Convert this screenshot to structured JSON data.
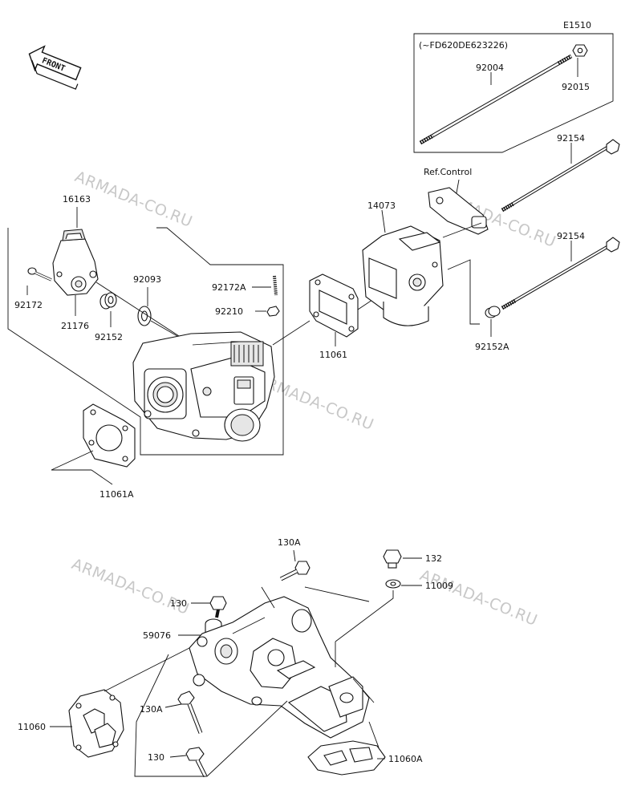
{
  "diagram": {
    "page_code": "E1510",
    "front_badge": "FRONT",
    "serial_note": "(~FD620DE623226)",
    "ref_note": "Ref.Control",
    "watermark": "ARMADA-CO.RU",
    "labels": {
      "p16163": "16163",
      "p92172": "92172",
      "p21176": "21176",
      "p92152": "92152",
      "p92093": "92093",
      "p92172A": "92172A",
      "p92210": "92210",
      "p11061": "11061",
      "p11061A": "11061A",
      "p14073": "14073",
      "p92004": "92004",
      "p92015": "92015",
      "p92154a": "92154",
      "p92154b": "92154",
      "p92152A": "92152A",
      "p130Atop": "130A",
      "p132": "132",
      "p130top": "130",
      "p11009": "11009",
      "p59076": "59076",
      "p11060": "11060",
      "p130Abot": "130A",
      "p130bot": "130",
      "p11060A": "11060A"
    }
  }
}
